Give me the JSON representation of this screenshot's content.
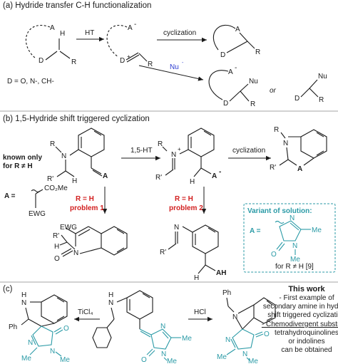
{
  "section_a": {
    "heading": "(a) Hydride transfer C-H functionalization",
    "atoms": {
      "A": "A",
      "D": "D",
      "H": "H",
      "R": "R",
      "plus": "+",
      "minus": "-",
      "Nu": "Nu"
    },
    "ht_label": "HT",
    "cyclization_label": "cyclization",
    "nu_reagent": "Nu",
    "definition": "D = O, N-, CH-",
    "or_text": "or"
  },
  "section_b": {
    "heading": "(b) 1,5-Hydride shift triggered cyclization",
    "known_only_line1": "known only",
    "known_only_line2": "for R ≠ H",
    "shift_label": "1,5-HT",
    "cyclization_label": "cyclization",
    "a_equals": "A =",
    "co2me": "CO₂Me",
    "ewg": "EWG",
    "problem1_line1": "R = H",
    "problem1_line2": "problem 1",
    "problem2_line1": "R = H",
    "problem2_line2": "problem 2",
    "variant_title": "Variant of solution:",
    "variant_a": "A =",
    "variant_note": "for R ≠ H [9]",
    "product_ah": "AH",
    "atoms": {
      "N": "N",
      "R": "R",
      "Rp": "R'",
      "A": "A",
      "H": "H",
      "O": "O",
      "Me": "Me",
      "EWG": "EWG"
    }
  },
  "section_c": {
    "heading": "(c)",
    "reagent_left": "TiCl₄",
    "reagent_right": "HCl",
    "work_title": "This work",
    "work_lines": [
      "- First example of",
      "secondary amine in hydride",
      "shift triggered cyclization",
      "- Chemodivergent substrate:",
      "tetrahydroquinolines",
      "or indolines",
      "can be obtained"
    ],
    "atoms": {
      "N": "N",
      "H": "H",
      "Ph": "Ph",
      "O": "O",
      "Me": "Me"
    }
  },
  "colors": {
    "teal": "#2a9aa6",
    "red": "#d21f1f",
    "blue": "#2b3bd1",
    "ink": "#1a1a1a"
  }
}
